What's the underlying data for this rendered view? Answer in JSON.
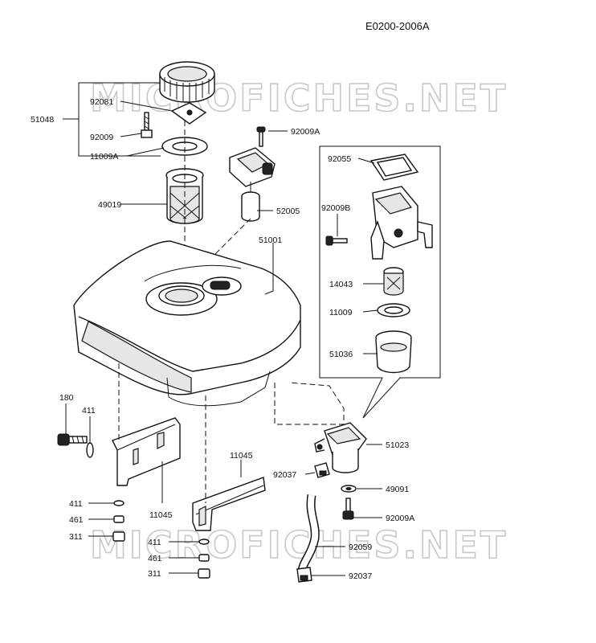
{
  "diagram_code": "E0200-2006A",
  "watermark": "MICROFICHES.NET",
  "parts": {
    "p51048": "51048",
    "p92081": "92081",
    "p92009": "92009",
    "p11009A": "11009A",
    "p49019": "49019",
    "p92009A_top": "92009A",
    "p52005": "52005",
    "p51001": "51001",
    "p92055": "92055",
    "p92009B": "92009B",
    "p14043": "14043",
    "p11009": "11009",
    "p51036": "51036",
    "p180": "180",
    "p411_a": "411",
    "p411_b": "411",
    "p461_a": "461",
    "p311_a": "311",
    "p11045_a": "11045",
    "p11045_b": "11045",
    "p411_c": "411",
    "p461_b": "461",
    "p311_b": "311",
    "p51023": "51023",
    "p92037_a": "92037",
    "p49091": "49091",
    "p92009A_bot": "92009A",
    "p92059": "92059",
    "p92037_b": "92037"
  }
}
